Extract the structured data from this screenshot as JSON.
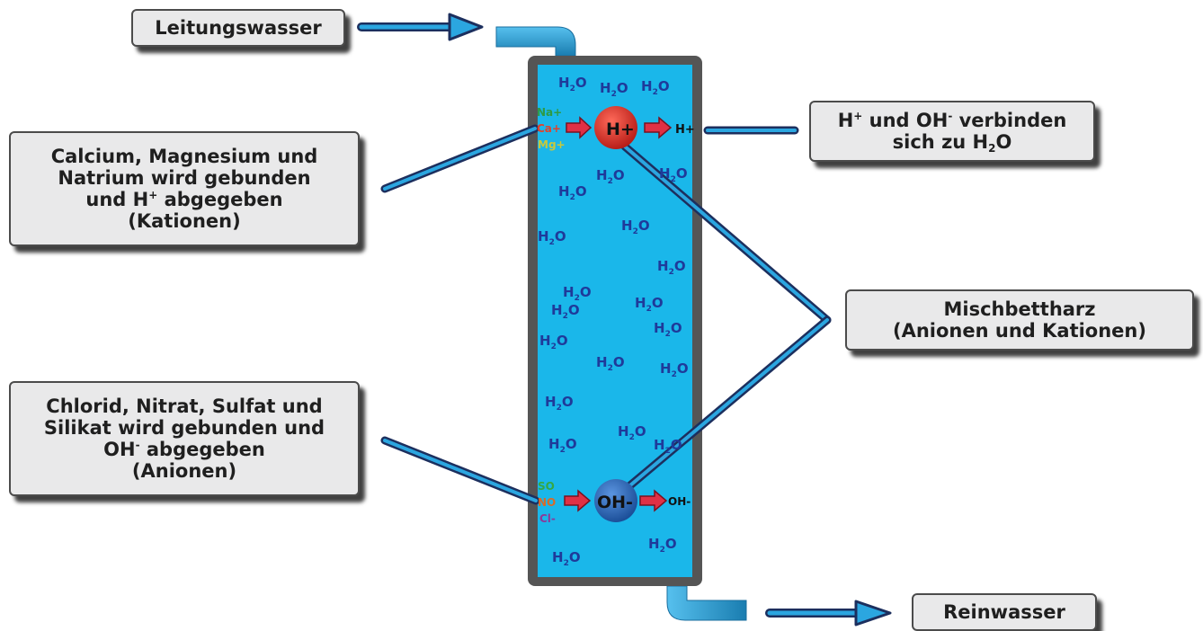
{
  "labels": {
    "tap_water": "Leitungswasser",
    "pure_water": "Reinwasser",
    "cation_text": {
      "line1": "Calcium, Magnesium und",
      "line2": "Natrium wird gebunden",
      "line3_pre": "und H",
      "line3_sup": "+",
      "line3_post": " abgegeben",
      "line4": "(Kationen)"
    },
    "anion_text": {
      "line1": "Chlorid, Nitrat, Sulfat und",
      "line2": "Silikat wird gebunden und",
      "line3_pre": "OH",
      "line3_sup": "-",
      "line3_post": " abgegeben",
      "line4": "(Anionen)"
    },
    "combine_text": {
      "h": "H",
      "h_sup": "+",
      "mid": " und OH",
      "oh_sup": "-",
      "post": " verbinden",
      "line2_pre": "sich zu H",
      "line2_sub": "2",
      "line2_post": "O"
    },
    "resin_text": {
      "line1": "Mischbettharz",
      "line2": "(Anionen und Kationen)"
    }
  },
  "column": {
    "water_molecule": "H2O",
    "cations_in": [
      "Na+",
      "Ca+",
      "Mg+"
    ],
    "anions_in": [
      "SO",
      "NO",
      "Cl-"
    ],
    "h_ion": "H+",
    "oh_ion": "OH-",
    "h_out": "H+",
    "oh_out": "OH-"
  },
  "colors": {
    "water": "#1ab7ea",
    "column_frame": "#555555",
    "molecule_text": "#1f3a9a",
    "h_ball": "#e0302a",
    "oh_ball": "#2f6fc4",
    "arrow": "#e03045",
    "pipe": "#2b9bd0",
    "na": "#2e9a46",
    "ca": "#e3412a",
    "mg": "#c9c93a",
    "so": "#35a845",
    "no": "#d86b2a",
    "cl": "#8a3a9a"
  }
}
